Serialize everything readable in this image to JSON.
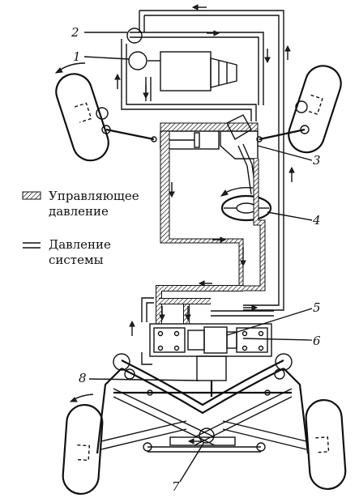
{
  "legend": {
    "control_pressure": "Управляющее давление",
    "control_pressure_line1": "Управляющее",
    "control_pressure_line2": "давление",
    "system_pressure_line1": "Давление",
    "system_pressure_line2": "системы"
  },
  "callouts": {
    "n1": "1",
    "n2": "2",
    "n3": "3",
    "n4": "4",
    "n5": "5",
    "n6": "6",
    "n7": "7",
    "n8": "8"
  },
  "colors": {
    "ink": "#111111",
    "paper": "#ffffff",
    "hatch": "#333333"
  }
}
